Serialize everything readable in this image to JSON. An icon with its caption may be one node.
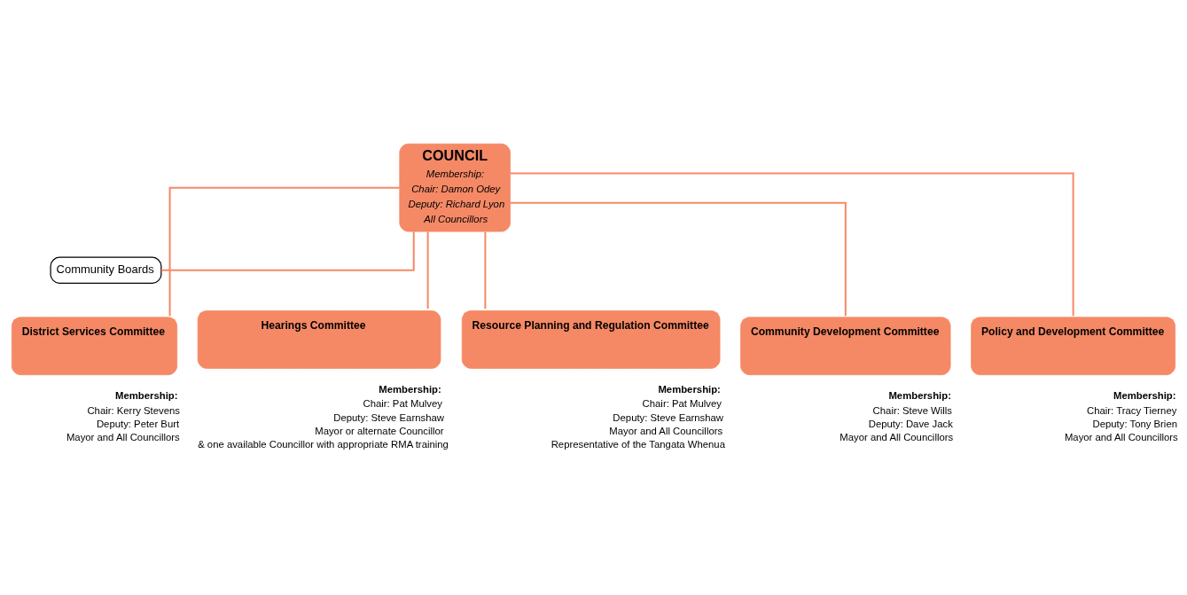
{
  "diagram": {
    "nodes": [
      {
        "text": [
          "COUNCIL",
          "Membership:",
          "Chair: Damon Odey",
          "Deputy: Richard Lyon",
          "All Councillors"
        ]
      },
      {
        "text": [
          "Community Boards"
        ]
      },
      {
        "text": [
          "District Services Committee"
        ],
        "beside": [
          "Membership:",
          "Chair: Kerry Stevens",
          "Deputy: Peter Burt",
          "Mayor and All Councillors"
        ]
      },
      {
        "text": [
          "Hearings Committee"
        ],
        "beside": [
          "Membership:",
          "Chair: Pat Mulvey",
          "Deputy: Steve Earnshaw",
          "Mayor or alternate Councillor",
          "& one available Councillor with appropriate RMA training"
        ]
      },
      {
        "text": [
          "Resource Planning and Regulation Committee"
        ],
        "beside": [
          "Membership:",
          "Chair: Pat Mulvey",
          "Deputy: Steve Earnshaw",
          "Mayor and All Councillors",
          "Representative of the Tangata Whenua"
        ]
      },
      {
        "text": [
          "Community Development Committee"
        ],
        "beside": [
          "Membership:",
          "Chair: Steve Wills",
          "Deputy: Dave Jack",
          "Mayor and All Councillors"
        ]
      },
      {
        "text": [
          "Policy and Development Committee"
        ],
        "beside": [
          "Membership:",
          "Chair: Tracy Tierney",
          "Deputy: Tony Brien",
          "Mayor and All Councillors"
        ]
      }
    ],
    "edges": [
      {
        "from": 0,
        "to": 1,
        "arrow": "none"
      },
      {
        "from": 0,
        "to": 2,
        "arrow": "none"
      },
      {
        "from": 0,
        "to": 3,
        "arrow": "none"
      },
      {
        "from": 0,
        "to": 4,
        "arrow": "none"
      },
      {
        "from": 0,
        "to": 5,
        "arrow": "none"
      },
      {
        "from": 0,
        "to": 6,
        "arrow": "none"
      }
    ]
  }
}
